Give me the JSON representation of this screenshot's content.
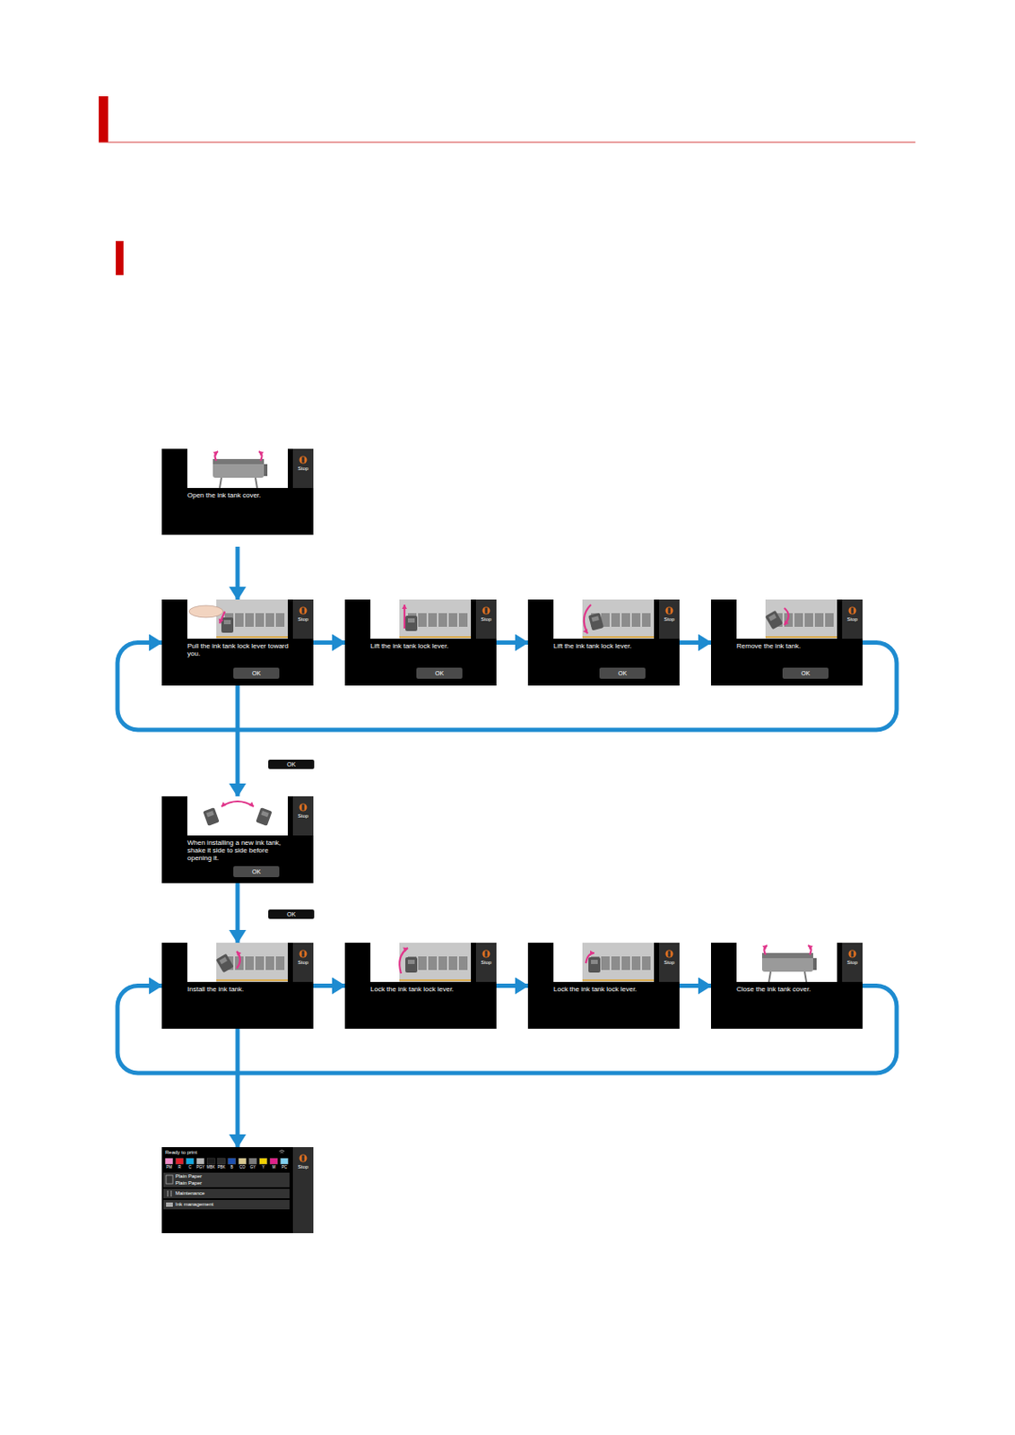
{
  "diagram": {
    "nodes": [
      {
        "text": [
          "Open the ink tank cover.",
          "Stop"
        ]
      },
      {
        "text": [
          "Pull the ink tank lock lever toward you.",
          "OK",
          "Stop"
        ]
      },
      {
        "text": [
          "Lift the ink tank lock lever.",
          "OK",
          "Stop"
        ]
      },
      {
        "text": [
          "Lift the ink tank lock lever.",
          "OK",
          "Stop"
        ]
      },
      {
        "text": [
          "Remove the ink tank.",
          "OK",
          "Stop"
        ]
      },
      {
        "text": [
          "When installing a new ink tank, shake it side to side before opening it.",
          "OK",
          "Stop"
        ]
      },
      {
        "text": [
          "Install the ink tank.",
          "Stop"
        ]
      },
      {
        "text": [
          "Lock the ink tank lock lever.",
          "Stop"
        ]
      },
      {
        "text": [
          "Lock the ink tank lock lever.",
          "Stop"
        ]
      },
      {
        "text": [
          "Close the ink tank cover.",
          "Stop"
        ]
      },
      {
        "text": [
          "Ready to print",
          "PM",
          "R",
          "C",
          "PGY",
          "MBK",
          "PBK",
          "B",
          "CO",
          "GY",
          "Y",
          "M",
          "PC",
          "Plain Paper",
          "Plain Paper",
          "Maintenance",
          "Ink management",
          "Stop"
        ]
      }
    ],
    "edges": [
      {
        "from": 0,
        "to": 1,
        "arrow": "to"
      },
      {
        "from": 1,
        "to": 2,
        "arrow": "to"
      },
      {
        "from": 2,
        "to": 3,
        "arrow": "to"
      },
      {
        "from": 3,
        "to": 4,
        "arrow": "to"
      },
      {
        "from": 4,
        "to": 1,
        "arrow": "to"
      },
      {
        "from": 1,
        "to": 5,
        "label": "OK",
        "arrow": "to"
      },
      {
        "from": 5,
        "to": 6,
        "label": "OK",
        "arrow": "to"
      },
      {
        "from": 6,
        "to": 7,
        "arrow": "to"
      },
      {
        "from": 7,
        "to": 8,
        "arrow": "to"
      },
      {
        "from": 8,
        "to": 9,
        "arrow": "to"
      },
      {
        "from": 9,
        "to": 6,
        "arrow": "to"
      },
      {
        "from": 6,
        "to": 10,
        "arrow": "to"
      }
    ]
  }
}
